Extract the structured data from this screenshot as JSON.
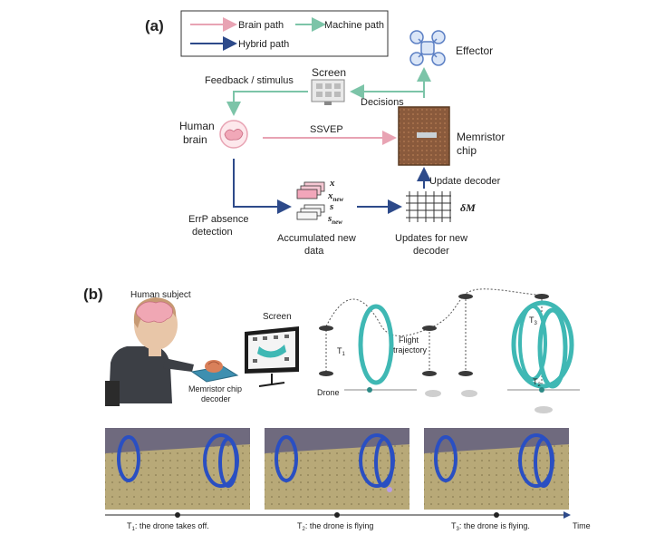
{
  "panel_a": {
    "label": "(a)",
    "legend": {
      "brain": "Brain path",
      "machine": "Machine path",
      "hybrid": "Hybrid path"
    },
    "effector": "Effector",
    "screen": "Screen",
    "feedback": "Feedback / stimulus",
    "human_brain_1": "Human",
    "human_brain_2": "brain",
    "ssvep": "SSVEP",
    "memristor_1": "Memristor",
    "memristor_2": "chip",
    "decisions": "Decisions",
    "update_decoder": "Update decoder",
    "errp_1": "ErrP absence",
    "errp_2": "detection",
    "accum_1": "Accumulated new",
    "accum_2": "data",
    "updates_1": "Updates for new",
    "updates_2": "decoder",
    "sym_x": "x",
    "sym_xnew": "x",
    "sym_xnew_sub": "new",
    "sym_s": "s",
    "sym_snew": "s",
    "sym_snew_sub": "new",
    "sym_dm": "δM"
  },
  "panel_b": {
    "label": "(b)",
    "human_subject": "Human subject",
    "screen": "Screen",
    "memristor_decoder_1": "Memristor chip",
    "memristor_decoder_2": "decoder",
    "flight_1": "Flight",
    "flight_2": "trajectory",
    "drone": "Drone",
    "t1": "T",
    "t1_sub": "1",
    "t2": "T",
    "t2_sub": "2",
    "t3": "T",
    "t3_sub": "3"
  },
  "timeline": {
    "e1_t": "T",
    "e1_sub": "1",
    "e1_text": ": the drone takes off.",
    "e2_t": "T",
    "e2_sub": "2",
    "e2_text": ": the drone is flying",
    "e3_t": "T",
    "e3_sub": "3",
    "e3_text": ": the drone is flying.",
    "axis": "Time"
  },
  "colors": {
    "brain": "#e8a3b3",
    "machine": "#7cc4a8",
    "hybrid": "#2d4a8a",
    "teal": "#3fb8b4"
  }
}
